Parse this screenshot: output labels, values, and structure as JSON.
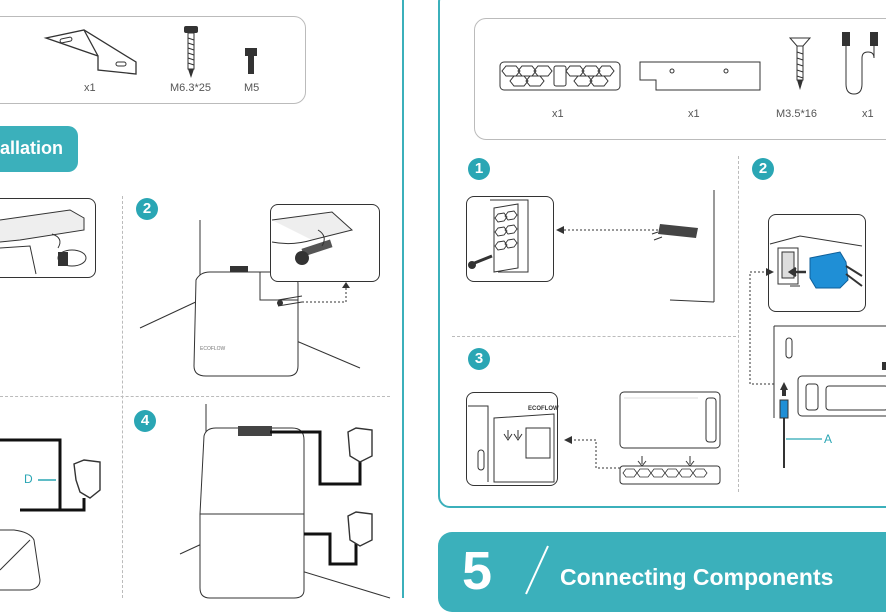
{
  "left_page": {
    "parts": [
      {
        "icon": "l-bracket-icon",
        "label": "x1"
      },
      {
        "icon": "self-drilling-screw-icon",
        "label": "M6.3*25"
      },
      {
        "icon": "hex-bolt-icon",
        "label": "M5"
      }
    ],
    "section_tab": "allation",
    "steps": [
      "2",
      "4"
    ],
    "cable_label": "D"
  },
  "right_page": {
    "parts": [
      {
        "icon": "vent-grille-icon",
        "label": "x1"
      },
      {
        "icon": "mounting-plate-icon",
        "label": "x1"
      },
      {
        "icon": "countersunk-screw-icon",
        "label": "M3.5*16"
      },
      {
        "icon": "cable-icon",
        "label": "x1"
      }
    ],
    "steps": [
      "1",
      "2",
      "3"
    ],
    "cable_label": "A",
    "brand_text": "ECOFLOW"
  },
  "section5": {
    "number": "5",
    "title": "Connecting Components"
  },
  "colors": {
    "accent": "#2aa6b4",
    "frame": "#3bb0bb",
    "connector": "#1f8fd6"
  }
}
